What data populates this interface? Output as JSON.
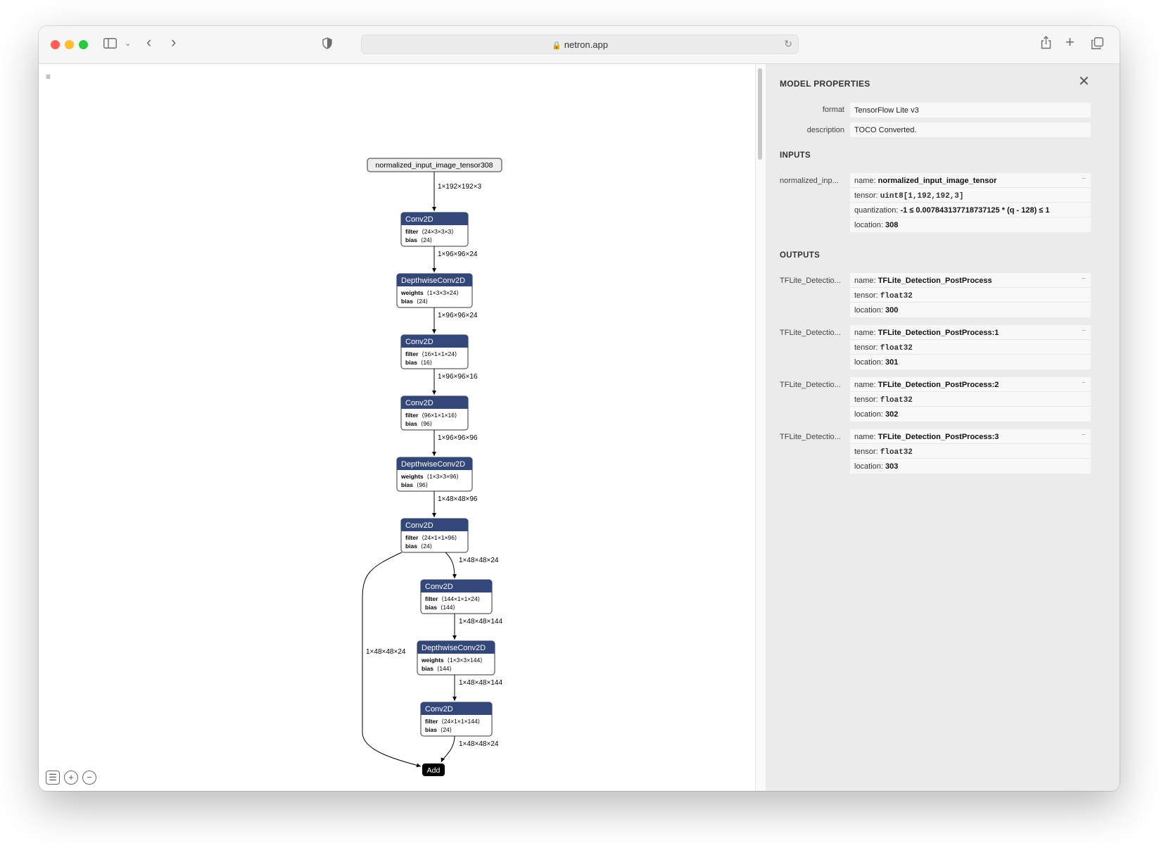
{
  "browser": {
    "url": "netron.app"
  },
  "graph": {
    "input_node": "normalized_input_image_tensor308",
    "nodes": [
      {
        "op": "Conv2D",
        "a1_name": "filter",
        "a1_val": "⟨24×3×3×3⟩",
        "a2_name": "bias",
        "a2_val": "⟨24⟩"
      },
      {
        "op": "DepthwiseConv2D",
        "a1_name": "weights",
        "a1_val": "⟨1×3×3×24⟩",
        "a2_name": "bias",
        "a2_val": "⟨24⟩"
      },
      {
        "op": "Conv2D",
        "a1_name": "filter",
        "a1_val": "⟨16×1×1×24⟩",
        "a2_name": "bias",
        "a2_val": "⟨16⟩"
      },
      {
        "op": "Conv2D",
        "a1_name": "filter",
        "a1_val": "⟨96×1×1×16⟩",
        "a2_name": "bias",
        "a2_val": "⟨96⟩"
      },
      {
        "op": "DepthwiseConv2D",
        "a1_name": "weights",
        "a1_val": "⟨1×3×3×96⟩",
        "a2_name": "bias",
        "a2_val": "⟨96⟩"
      },
      {
        "op": "Conv2D",
        "a1_name": "filter",
        "a1_val": "⟨24×1×1×96⟩",
        "a2_name": "bias",
        "a2_val": "⟨24⟩"
      },
      {
        "op": "Conv2D",
        "a1_name": "filter",
        "a1_val": "⟨144×1×1×24⟩",
        "a2_name": "bias",
        "a2_val": "⟨144⟩"
      },
      {
        "op": "DepthwiseConv2D",
        "a1_name": "weights",
        "a1_val": "⟨1×3×3×144⟩",
        "a2_name": "bias",
        "a2_val": "⟨144⟩"
      },
      {
        "op": "Conv2D",
        "a1_name": "filter",
        "a1_val": "⟨24×1×1×144⟩",
        "a2_name": "bias",
        "a2_val": "⟨24⟩"
      }
    ],
    "add_node": "Add",
    "edges": [
      "1×192×192×3",
      "1×96×96×24",
      "1×96×96×24",
      "1×96×96×16",
      "1×96×96×96",
      "1×48×48×96",
      "1×48×48×24",
      "1×48×48×144",
      "1×48×48×144",
      "1×48×48×24",
      "1×48×48×24"
    ]
  },
  "sidebar": {
    "title": "MODEL PROPERTIES",
    "format_label": "format",
    "format_value": "TensorFlow Lite v3",
    "description_label": "description",
    "description_value": "TOCO Converted.",
    "inputs_title": "INPUTS",
    "input": {
      "label": "normalized_inp...",
      "name": "normalized_input_image_tensor",
      "tensor": "uint8[1,192,192,3]",
      "quantization": "-1 ≤ 0.007843137718737125 * (q - 128) ≤ 1",
      "location": "308"
    },
    "outputs_title": "OUTPUTS",
    "outputs": [
      {
        "label": "TFLite_Detectio...",
        "name": "TFLite_Detection_PostProcess",
        "tensor": "float32",
        "location": "300"
      },
      {
        "label": "TFLite_Detectio...",
        "name": "TFLite_Detection_PostProcess:1",
        "tensor": "float32",
        "location": "301"
      },
      {
        "label": "TFLite_Detectio...",
        "name": "TFLite_Detection_PostProcess:2",
        "tensor": "float32",
        "location": "302"
      },
      {
        "label": "TFLite_Detectio...",
        "name": "TFLite_Detection_PostProcess:3",
        "tensor": "float32",
        "location": "303"
      }
    ],
    "field_labels": {
      "name": "name: ",
      "tensor": "tensor: ",
      "quantization": "quantization: ",
      "location": "location: "
    }
  },
  "colors": {
    "node_header": "#34477a",
    "add_node": "#000000"
  }
}
